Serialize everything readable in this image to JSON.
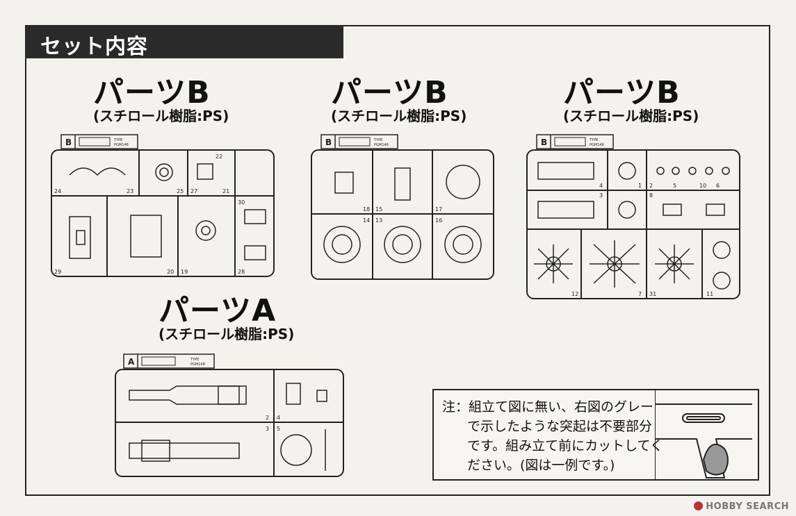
{
  "header": {
    "title": "セット内容"
  },
  "parts": [
    {
      "name": "パーツB",
      "material": "(スチロール樹脂:PS)",
      "sprue_letter": "B",
      "type_label": "TYPE",
      "model_code": "PGM148",
      "numbers": [
        "24",
        "23",
        "25",
        "27",
        "22",
        "21",
        "29",
        "20",
        "19",
        "30",
        "28"
      ]
    },
    {
      "name": "パーツB",
      "material": "(スチロール樹脂:PS)",
      "sprue_letter": "B",
      "type_label": "TYPE",
      "model_code": "PGM148",
      "numbers": [
        "18",
        "15",
        "17",
        "14",
        "13",
        "16"
      ]
    },
    {
      "name": "パーツB",
      "material": "(スチロール樹脂:PS)",
      "sprue_letter": "B",
      "type_label": "TYPE",
      "model_code": "PGM148",
      "numbers": [
        "4",
        "1",
        "2",
        "5",
        "10",
        "6",
        "3",
        "8",
        "12",
        "7",
        "31",
        "11"
      ]
    },
    {
      "name": "パーツA",
      "material": "(スチロール樹脂:PS)",
      "sprue_letter": "A",
      "type_label": "TYPE",
      "model_code": "PGM148",
      "numbers": [
        "2",
        "4",
        "3",
        "5"
      ]
    }
  ],
  "note": {
    "lines": [
      "注：組立て図に無い、右図のグレー",
      "で示したような突起は不要部分",
      "です。組み立て前にカットしてく",
      "ださい。(図は一例です。)"
    ]
  },
  "watermark": {
    "text": "HOBBY SEARCH"
  }
}
